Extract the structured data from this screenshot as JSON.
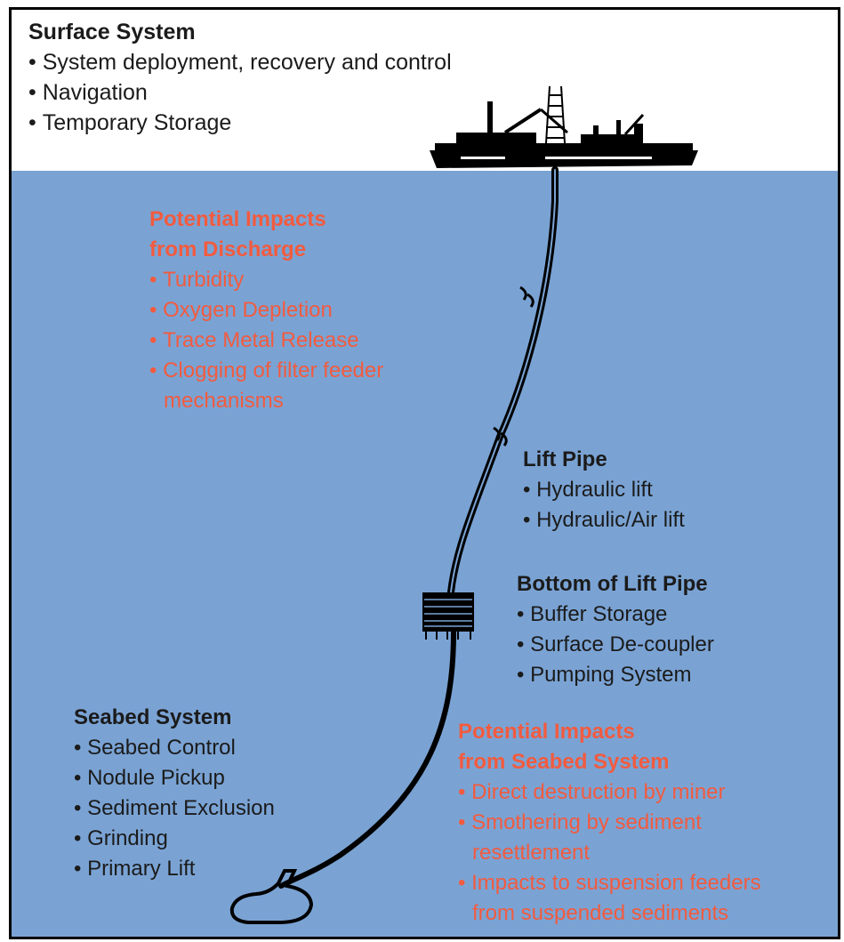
{
  "colors": {
    "sea": "#7aa3d4",
    "impact_text": "#f25b3f",
    "body_text": "#1b1b1b",
    "outline": "#000000"
  },
  "surface_system": {
    "title": "Surface System",
    "items": [
      "System deployment, recovery and control",
      "Navigation",
      "Temporary Storage"
    ]
  },
  "discharge_impacts": {
    "title_line1": "Potential Impacts",
    "title_line2": "from Discharge",
    "items": [
      "Turbidity",
      "Oxygen Depletion",
      "Trace Metal Release"
    ],
    "item4_line1": "Clogging of filter feeder",
    "item4_line2": "mechanisms"
  },
  "lift_pipe": {
    "title": "Lift Pipe",
    "items": [
      "Hydraulic lift",
      "Hydraulic/Air lift"
    ]
  },
  "bottom_of_lift_pipe": {
    "title": "Bottom of Lift Pipe",
    "items": [
      "Buffer Storage",
      "Surface De-coupler",
      "Pumping System"
    ]
  },
  "seabed_system": {
    "title": "Seabed System",
    "items": [
      "Seabed Control",
      "Nodule Pickup",
      "Sediment Exclusion",
      "Grinding",
      "Primary Lift"
    ]
  },
  "seabed_impacts": {
    "title_line1": "Potential Impacts",
    "title_line2": "from Seabed System",
    "item1": "Direct destruction by miner",
    "item2_line1": "Smothering by sediment",
    "item2_line2": "resettlement",
    "item3_line1": "Impacts to suspension feeders",
    "item3_line2": "from suspended sediments"
  }
}
